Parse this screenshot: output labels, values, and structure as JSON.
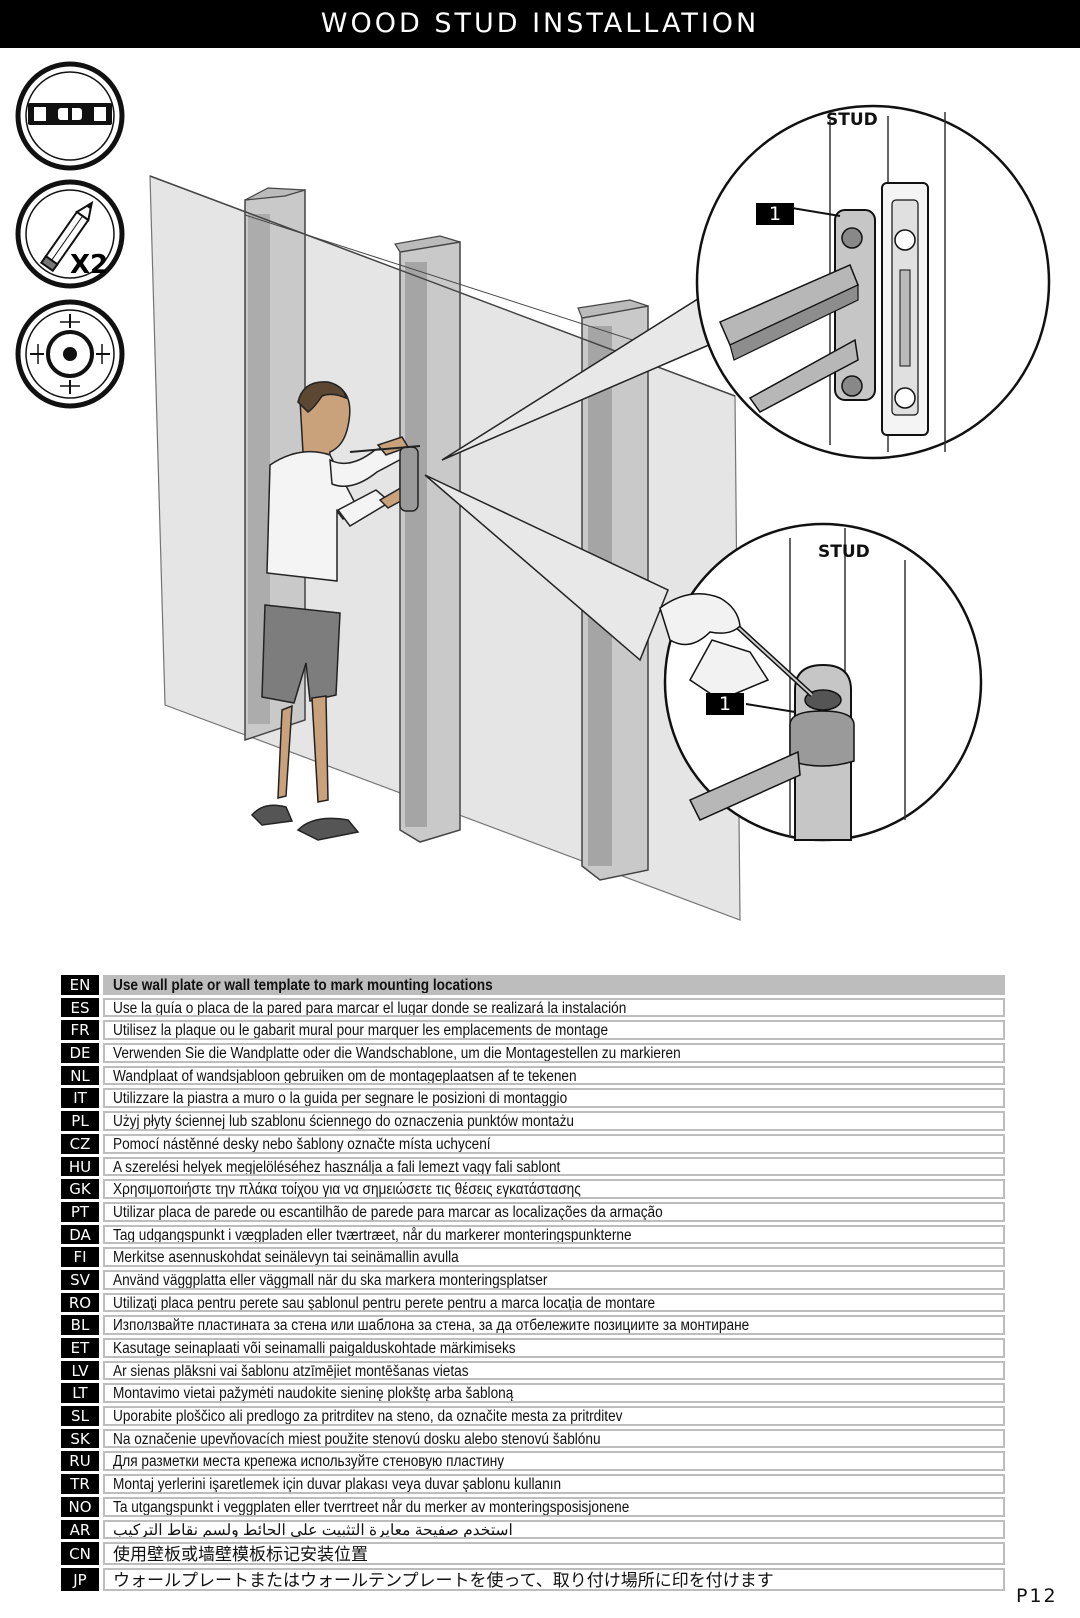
{
  "page_title": "WOOD STUD INSTALLATION",
  "tools": [
    {
      "icon": "level-icon"
    },
    {
      "icon": "pencil-icon",
      "quantity": "X2"
    },
    {
      "icon": "crosshair-icon"
    }
  ],
  "callouts": {
    "top": {
      "stud_label": "STUD",
      "number": "1"
    },
    "bottom": {
      "stud_label": "STUD",
      "number": "1"
    }
  },
  "instructions": [
    {
      "code": "EN",
      "text": "Use wall plate or wall template to mark mounting locations"
    },
    {
      "code": "ES",
      "text": "Use la guía o placa de la pared para marcar el lugar donde se realizará la instalación"
    },
    {
      "code": "FR",
      "text": "Utilisez la plaque ou le gabarit mural pour marquer les emplacements de montage"
    },
    {
      "code": "DE",
      "text": "Verwenden Sie die Wandplatte oder die Wandschablone, um die Montagestellen zu markieren"
    },
    {
      "code": "NL",
      "text": "Wandplaat of wandsjabloon gebruiken om de montageplaatsen af te tekenen"
    },
    {
      "code": "IT",
      "text": "Utilizzare la piastra a muro o la guida per segnare le posizioni di montaggio"
    },
    {
      "code": "PL",
      "text": "Użyj płyty ściennej lub szablonu ściennego do oznaczenia punktów montażu"
    },
    {
      "code": "CZ",
      "text": "Pomocí nástěnné desky nebo šablony označte místa uchycení"
    },
    {
      "code": "HU",
      "text": "A szerelési helyek megjelöléséhez használja a fali lemezt vagy fali sablont"
    },
    {
      "code": "GK",
      "text": "Χρησιμοποιήστε την πλάκα τοίχου για να σημειώσετε τις θέσεις εγκατάστασης"
    },
    {
      "code": "PT",
      "text": "Utilizar placa de parede ou escantilhão de parede para marcar as localizações da armação"
    },
    {
      "code": "DA",
      "text": "Tag udgangspunkt i vægpladen eller tværtræet, når du markerer monteringspunkterne"
    },
    {
      "code": "FI",
      "text": "Merkitse asennuskohdat seinälevyn tai seinämallin avulla"
    },
    {
      "code": "SV",
      "text": "Använd väggplatta eller väggmall när du ska markera monteringsplatser"
    },
    {
      "code": "RO",
      "text": "Utilizaţi placa pentru perete sau şablonul pentru perete pentru a marca locaţia de montare"
    },
    {
      "code": "BL",
      "text": "Използвайте пластината за стена или шаблона за стена, за да отбележите позициите за монтиране"
    },
    {
      "code": "ET",
      "text": "Kasutage seinaplaati või seinamalli paigalduskohtade märkimiseks"
    },
    {
      "code": "LV",
      "text": "Ar sienas plāksni vai šablonu atzīmējiet montēšanas vietas"
    },
    {
      "code": "LT",
      "text": "Montavimo vietai pažymėti naudokite sieninę plokštę arba šabloną"
    },
    {
      "code": "SL",
      "text": "Uporabite ploščico ali predlogo za pritrditev na steno, da označite mesta za pritrditev"
    },
    {
      "code": "SK",
      "text": "Na označenie upevňovacích miest použite stenovú dosku alebo stenovú šablónu"
    },
    {
      "code": "RU",
      "text": "Для разметки места крепежа используйте стеновую пластину"
    },
    {
      "code": "TR",
      "text": "Montaj yerlerini işaretlemek için duvar plakası veya duvar şablonu kullanın"
    },
    {
      "code": "NO",
      "text": "Ta utgangspunkt i veggplaten eller tverrtreet når du merker av monteringsposisjonene"
    },
    {
      "code": "AR",
      "text": "استخدم صفيحة معايرة التثبيت على الحائط ولسم نقاط التركيب"
    },
    {
      "code": "CN",
      "text": "使用壁板或墙壁模板标记安装位置"
    },
    {
      "code": "JP",
      "text": "ウォールプレートまたはウォールテンプレートを使って、取り付け場所に印を付けます"
    }
  ],
  "page_number": "P12"
}
